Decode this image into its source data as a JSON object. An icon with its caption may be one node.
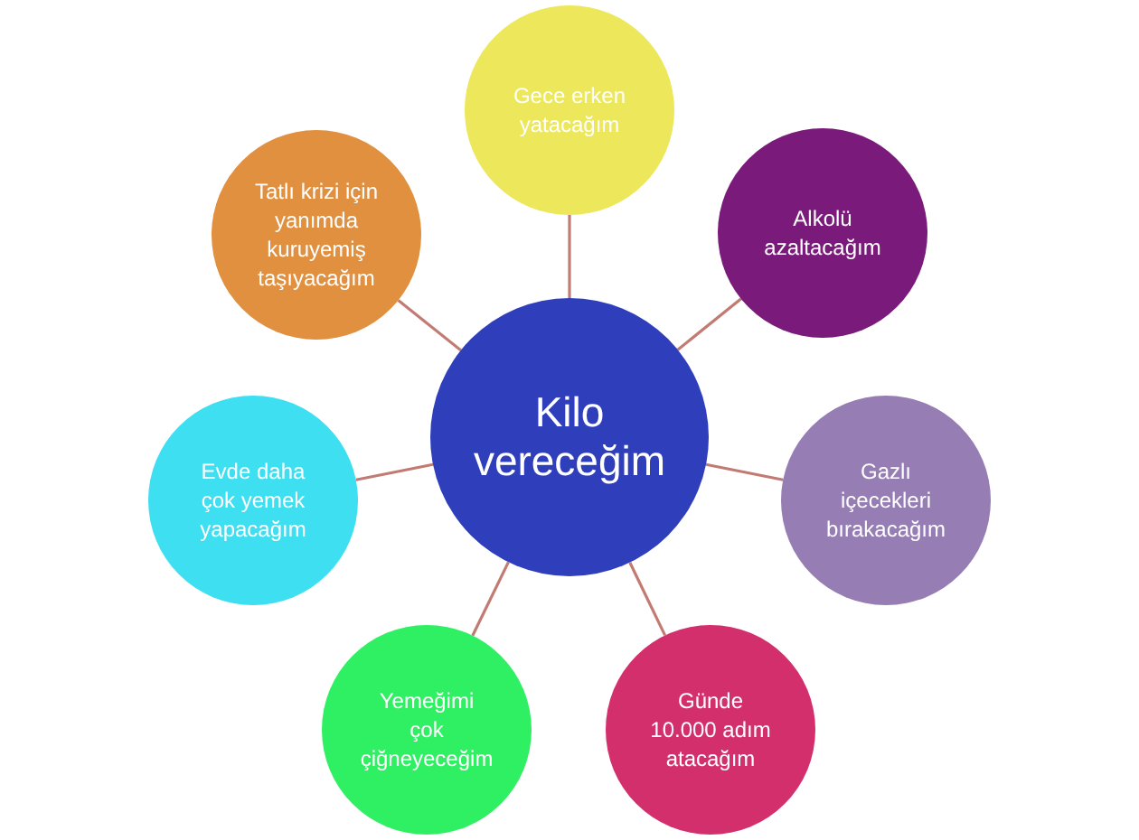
{
  "diagram": {
    "nodes": [
      {
        "text": [
          "Kilo vereceğim"
        ]
      },
      {
        "text": [
          "Gece erken yatacağım"
        ]
      },
      {
        "text": [
          "Alkolü azaltacağım"
        ]
      },
      {
        "text": [
          "Gazlı içecekleri bırakacağım"
        ]
      },
      {
        "text": [
          "Günde 10.000 adım atacağım"
        ]
      },
      {
        "text": [
          "Yemeğimi çok çiğneyeceğim"
        ]
      },
      {
        "text": [
          "Evde daha çok yemek yapacağım"
        ]
      },
      {
        "text": [
          "Tatlı krizi için yanımda kuruyemiş taşıyacağım"
        ]
      }
    ],
    "edges": [
      {
        "from": 0,
        "to": 1,
        "arrow": "none"
      },
      {
        "from": 0,
        "to": 2,
        "arrow": "none"
      },
      {
        "from": 0,
        "to": 3,
        "arrow": "none"
      },
      {
        "from": 0,
        "to": 4,
        "arrow": "none"
      },
      {
        "from": 0,
        "to": 5,
        "arrow": "none"
      },
      {
        "from": 0,
        "to": 6,
        "arrow": "none"
      },
      {
        "from": 0,
        "to": 7,
        "arrow": "none"
      }
    ]
  }
}
